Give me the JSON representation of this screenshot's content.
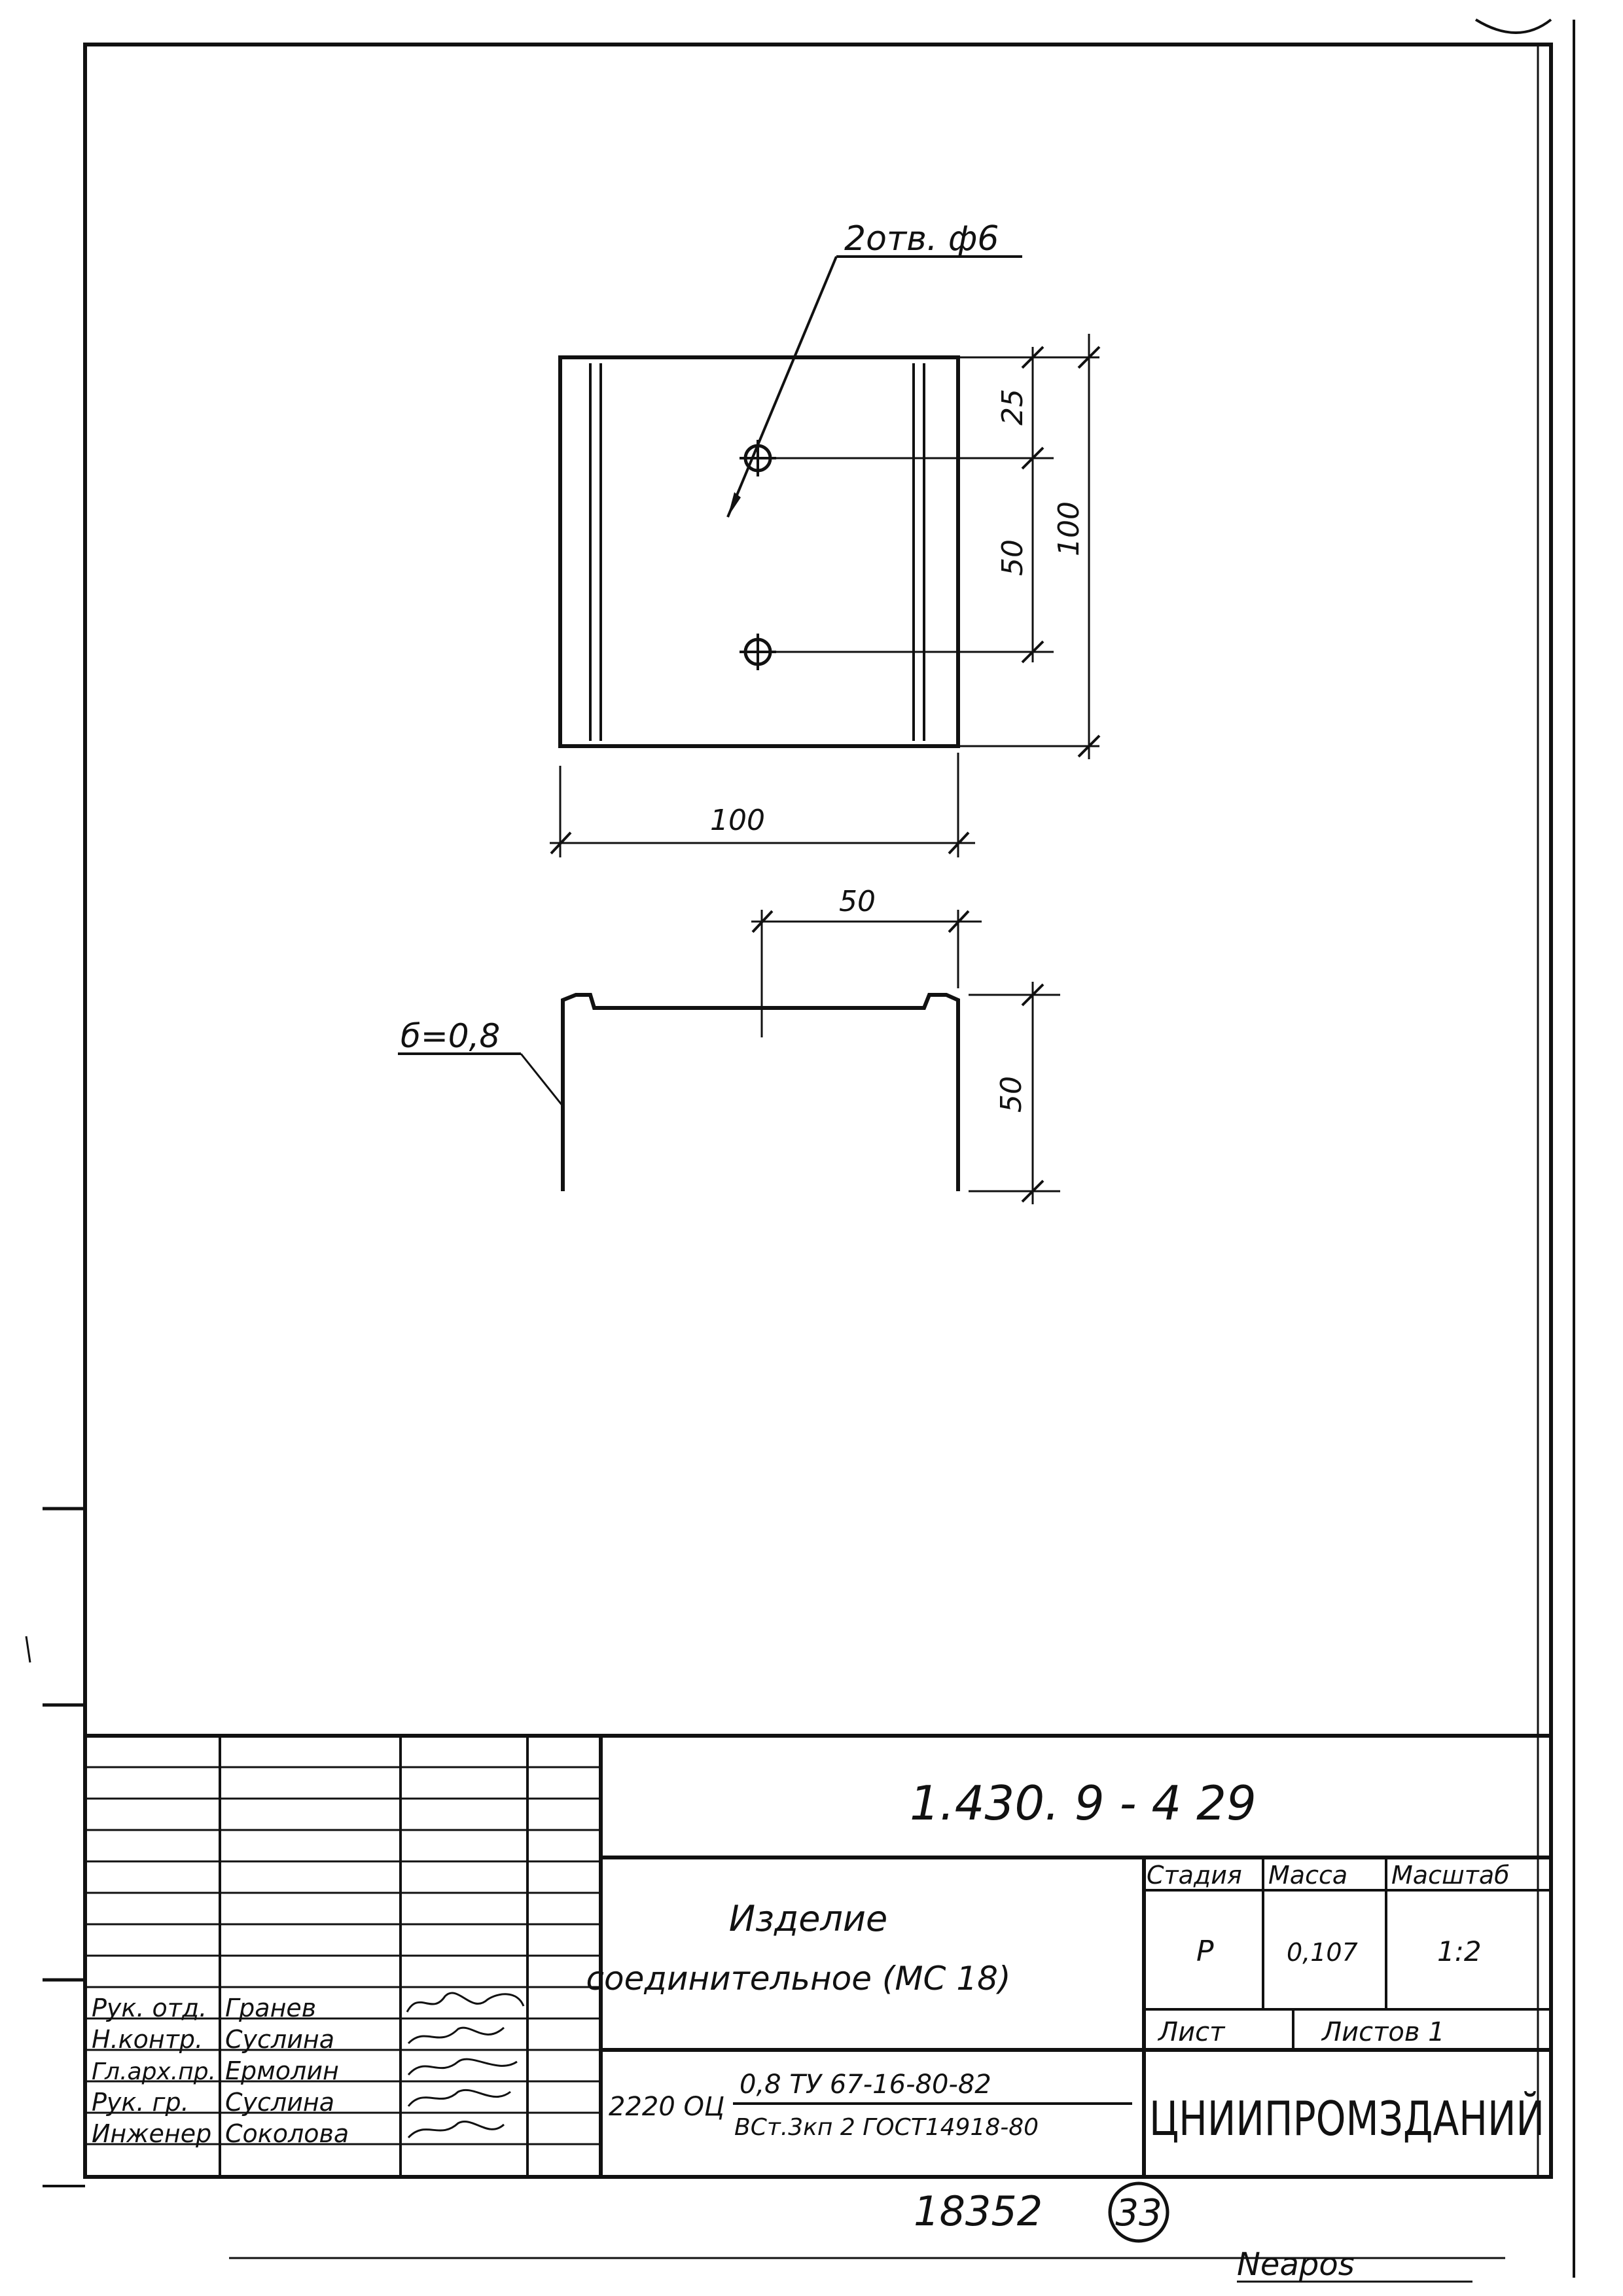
{
  "drawing": {
    "callout_holes": "2отв. ф6",
    "callout_thickness": "б=0,8",
    "dim_top": "25",
    "dim_mid": "50",
    "dim_height": "100",
    "dim_width": "100",
    "dim_section_width": "50",
    "dim_section_height": "50"
  },
  "title_block": {
    "doc_code": "1.430. 9 - 4 29",
    "name_line1": "Изделие",
    "name_line2": "соединительное (МС 18)",
    "stage_header": "Стадия",
    "mass_header": "Масса",
    "scale_header": "Масштаб",
    "stage_value": "Р",
    "mass_value": "0,107",
    "scale_value": "1:2",
    "sheet_label": "Лист",
    "sheets_label": "Листов 1",
    "material_code": "2220 ОЦ",
    "material_top": "0,8 ТУ 67-16-80-82",
    "material_bottom": "ВСт.3кп 2 ГОСТ14918-80",
    "organization": "ЦНИИПРОМЗДАНИЙ",
    "roles": [
      {
        "role": "Рук. отд.",
        "name": "Гранев"
      },
      {
        "role": "Н.контр.",
        "name": "Суслина"
      },
      {
        "role": "Гл.арх.пр.",
        "name": "Ермолин"
      },
      {
        "role": "Рук. гр.",
        "name": "Суслина"
      },
      {
        "role": "Инженер",
        "name": "Соколова"
      }
    ]
  },
  "footer": {
    "archive_number": "18352",
    "page_number": "33",
    "copied_by": "Neapos"
  }
}
